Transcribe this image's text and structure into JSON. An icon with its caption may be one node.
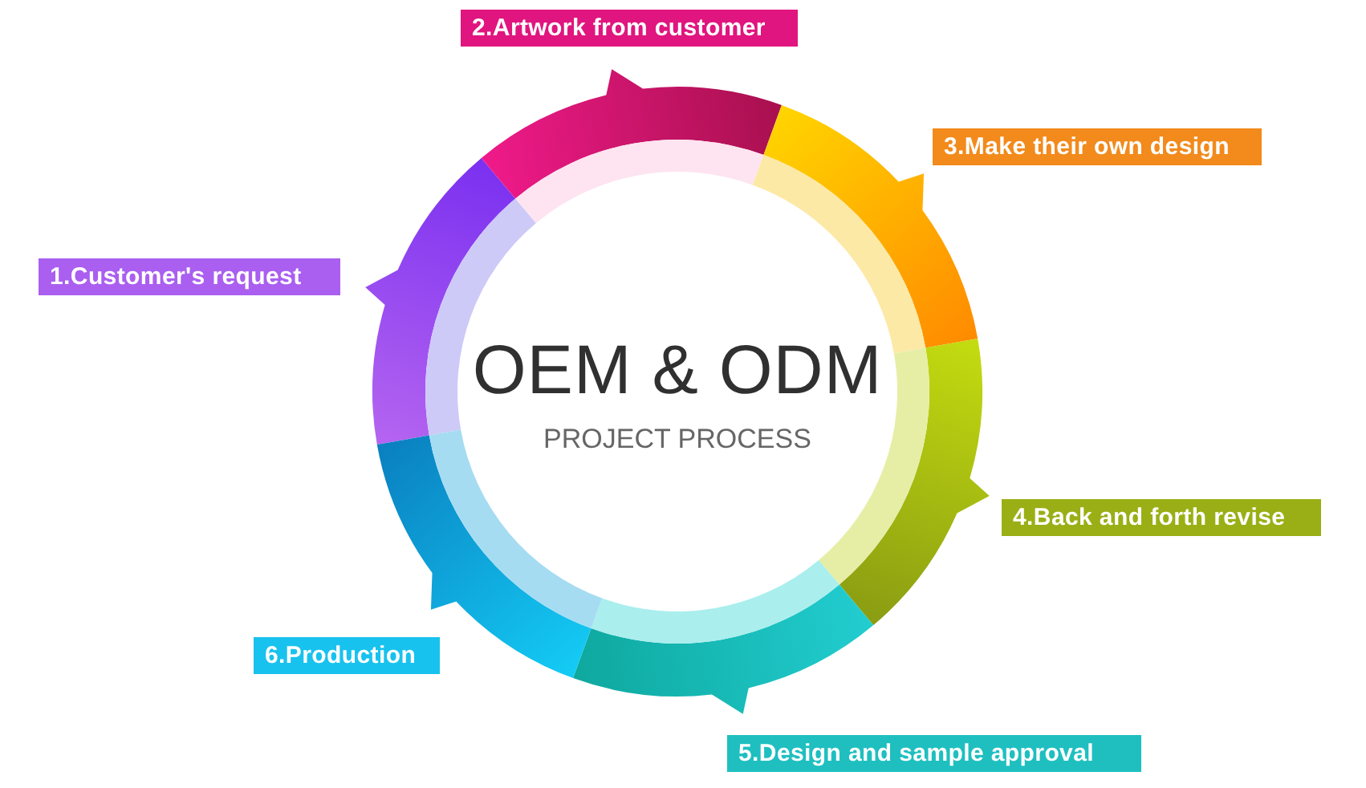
{
  "diagram": {
    "nodes": [
      {
        "text": [
          "OEM & ODM",
          "PROJECT PROCESS"
        ]
      },
      {
        "text": [
          "1.Customer's request"
        ]
      },
      {
        "text": [
          "2.Artwork from customer"
        ]
      },
      {
        "text": [
          "3.Make their own design"
        ]
      },
      {
        "text": [
          "4.Back and forth revise"
        ]
      },
      {
        "text": [
          "5.Design and sample approval"
        ]
      },
      {
        "text": [
          "6.Production"
        ]
      }
    ]
  }
}
